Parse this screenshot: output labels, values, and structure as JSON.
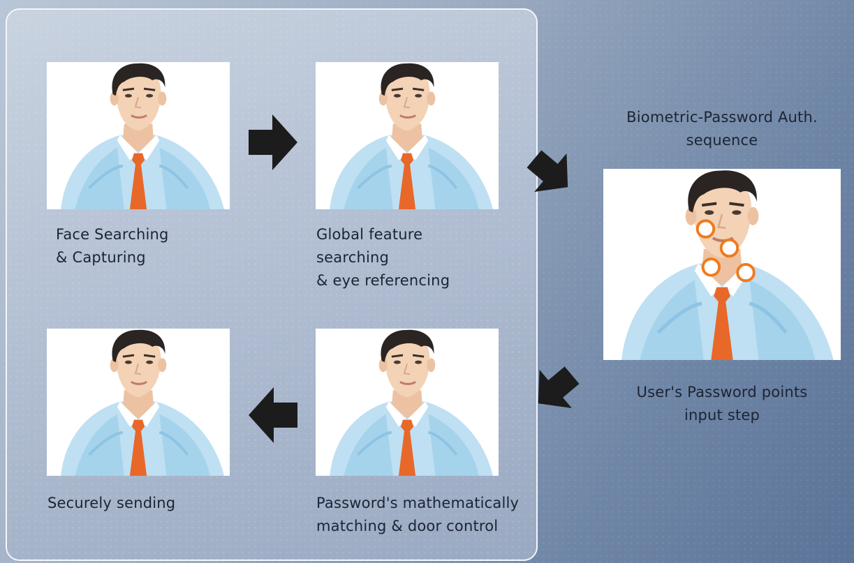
{
  "steps": [
    {
      "id": "face-search",
      "caption": "Face Searching\n & Capturing"
    },
    {
      "id": "global-feature",
      "caption": "Global feature\nsearching\n& eye referencing"
    },
    {
      "id": "password-matching",
      "caption": "Password's mathematically\nmatching & door control"
    },
    {
      "id": "secure-send",
      "caption": "Securely sending"
    }
  ],
  "sequence_title": "Biometric-Password Auth.\nsequence",
  "password_step": "User's Password points\ninput step",
  "colors": {
    "panel_border": "#f4f6fa",
    "arrow": "#1c1c1c",
    "marker_ring": "#f07a1e",
    "tie": "#e8682a"
  },
  "icons": [
    "right-arrow-icon",
    "down-right-arrow-icon",
    "down-left-arrow-icon",
    "left-arrow-icon",
    "password-point-icon"
  ]
}
